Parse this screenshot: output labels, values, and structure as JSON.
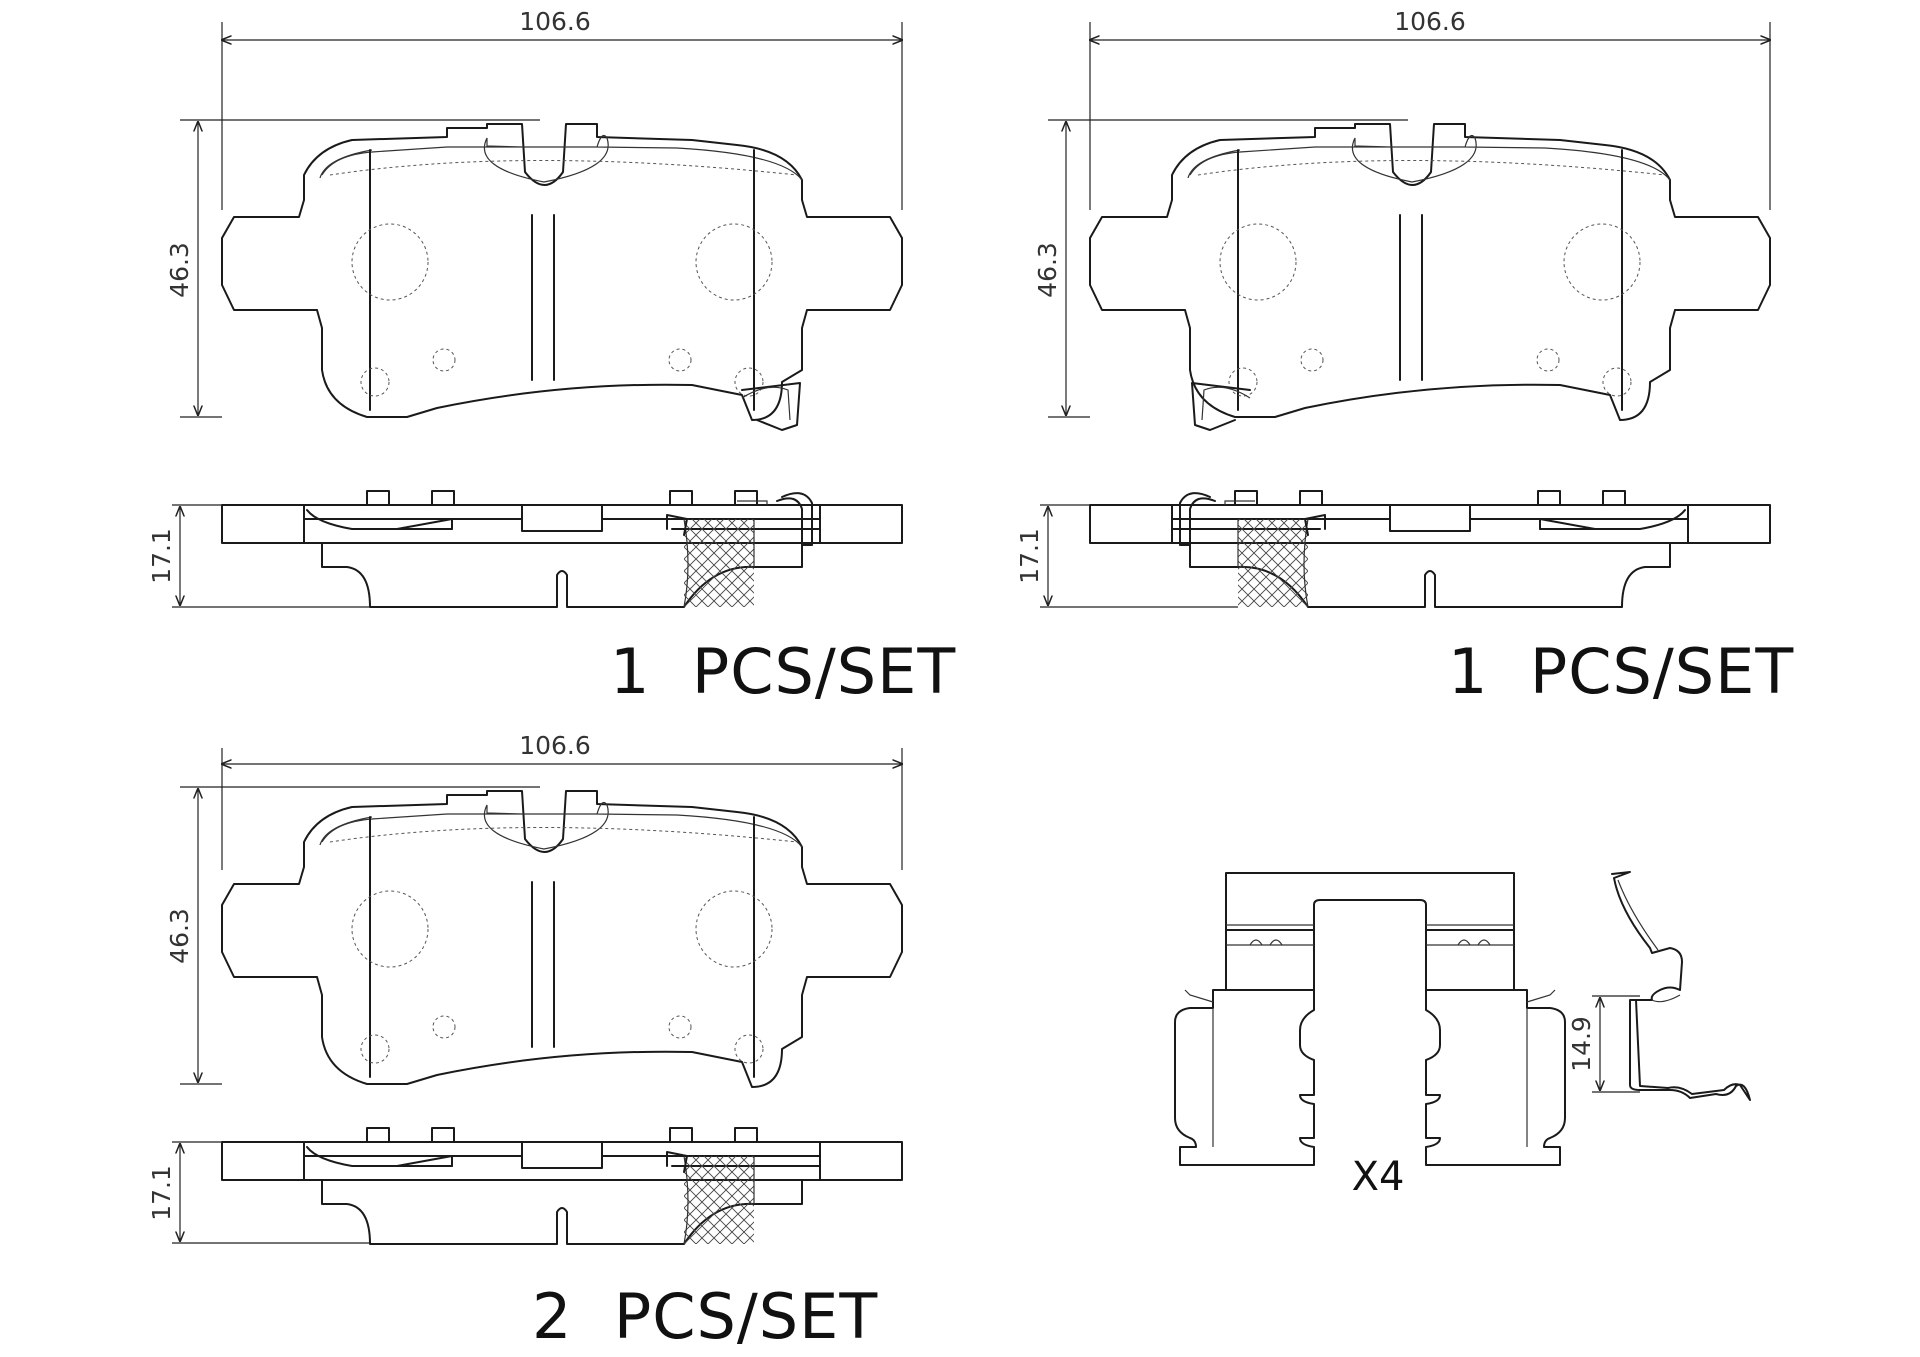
{
  "pads": [
    {
      "width_label": "106.6",
      "height_label": "46.3",
      "thickness_label": "17.1",
      "qty_label": "1  PCS/SET",
      "sensor": "right"
    },
    {
      "width_label": "106.6",
      "height_label": "46.3",
      "thickness_label": "17.1",
      "qty_label": "1  PCS/SET",
      "sensor": "left"
    },
    {
      "width_label": "106.6",
      "height_label": "46.3",
      "thickness_label": "17.1",
      "qty_label": "2  PCS/SET",
      "sensor": "none"
    }
  ],
  "clip": {
    "height_label": "14.9",
    "qty_label": "X4"
  }
}
